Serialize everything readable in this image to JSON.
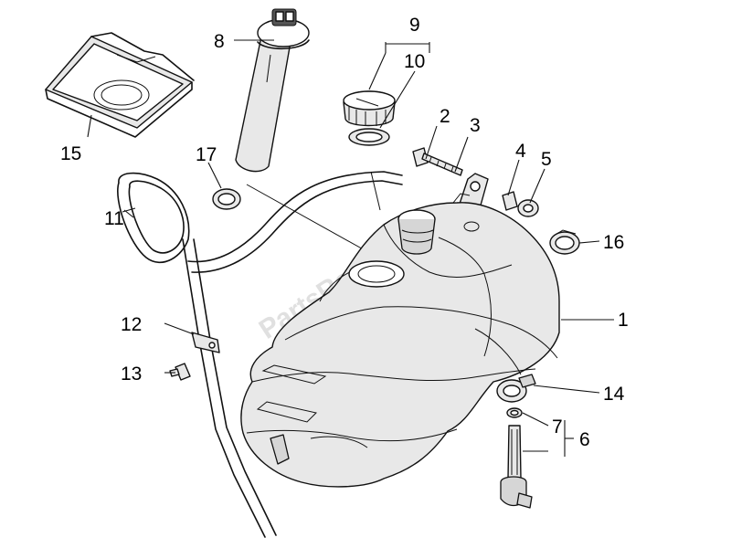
{
  "diagram": {
    "watermark": "PartsRepublik",
    "labels": {
      "l1": "1",
      "l2": "2",
      "l3": "3",
      "l4": "4",
      "l5": "5",
      "l6": "6",
      "l7": "7",
      "l8": "8",
      "l9": "9",
      "l10": "10",
      "l11": "11",
      "l12": "12",
      "l13": "13",
      "l14": "14",
      "l15": "15",
      "l16": "16",
      "l17": "17"
    }
  }
}
